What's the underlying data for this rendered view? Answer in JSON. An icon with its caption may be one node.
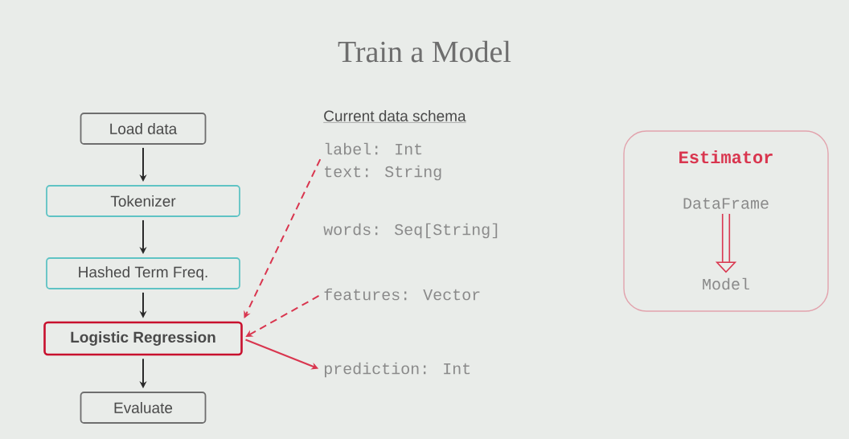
{
  "diagram": {
    "title": "Train a Model",
    "nodes": [
      {
        "text": [
          "Load data"
        ]
      },
      {
        "text": [
          "Tokenizer"
        ]
      },
      {
        "text": [
          "Hashed Term Freq."
        ]
      },
      {
        "text": [
          "Logistic Regression"
        ]
      },
      {
        "text": [
          "Evaluate"
        ]
      },
      {
        "text": [
          "label: Int"
        ]
      },
      {
        "text": [
          "features: Vector"
        ]
      },
      {
        "text": [
          "prediction: Int"
        ]
      },
      {
        "text": [
          "Estimator"
        ]
      },
      {
        "text": [
          "DataFrame"
        ],
        "in": 8
      },
      {
        "text": [
          "Model"
        ],
        "in": 8
      }
    ],
    "edges": [
      {
        "from": 0,
        "to": 1,
        "arrow": "to"
      },
      {
        "from": 1,
        "to": 2,
        "arrow": "to"
      },
      {
        "from": 2,
        "to": 3,
        "arrow": "to"
      },
      {
        "from": 3,
        "to": 4,
        "arrow": "to"
      },
      {
        "from": 5,
        "to": 3,
        "arrow": "to",
        "style": "dashed",
        "color": "#d9364f"
      },
      {
        "from": 6,
        "to": 3,
        "arrow": "to",
        "style": "dashed",
        "color": "#d9364f"
      },
      {
        "from": 3,
        "to": 7,
        "arrow": "to",
        "color": "#d9364f"
      },
      {
        "from": 9,
        "to": 10,
        "arrow": "to",
        "style": "thick",
        "color": "#d9364f"
      }
    ],
    "labels": [
      "Current data schema",
      "text: String",
      "words: Seq[String]"
    ]
  }
}
